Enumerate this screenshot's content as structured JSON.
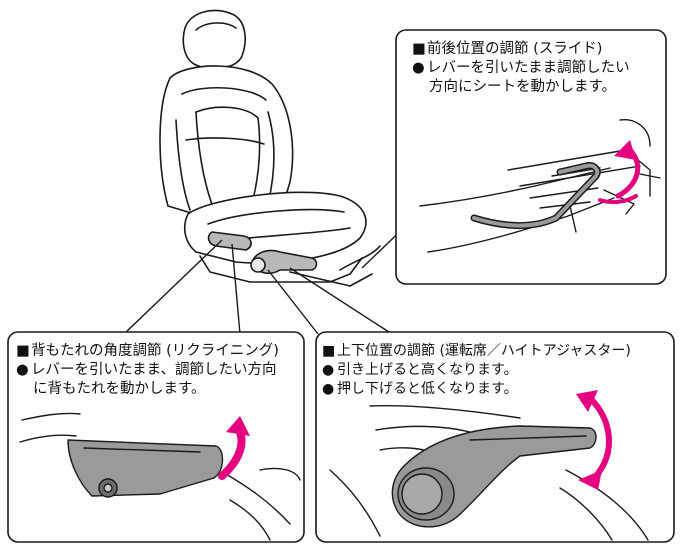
{
  "callouts": {
    "slide": {
      "heading": "前後位置の調節 (スライド)",
      "bullets": [
        [
          "レバーを引いたまま調節したい",
          "方向にシートを動かします。"
        ]
      ]
    },
    "recline": {
      "heading": "背もたれの角度調節 (リクライニング)",
      "bullets": [
        [
          "レバーを引いたまま、調節したい方向",
          "に背もたれを動かします。"
        ]
      ]
    },
    "height": {
      "heading": "上下位置の調節 (運転席／ハイトアジャスター)",
      "bullets": [
        [
          "引き上げると高くなります。"
        ],
        [
          "押し下げると低くなります。"
        ]
      ]
    }
  },
  "markers": {
    "heading": "■",
    "bullet": "●"
  },
  "icons": {
    "arrow": "curved-double-arrow-icon",
    "seat": "car-seat-illustration"
  },
  "colors": {
    "accent": "#E4007F",
    "line": "#1a1a1a",
    "lever_fill": "#9a9a9a",
    "lever_dark": "#6e6e6e"
  }
}
